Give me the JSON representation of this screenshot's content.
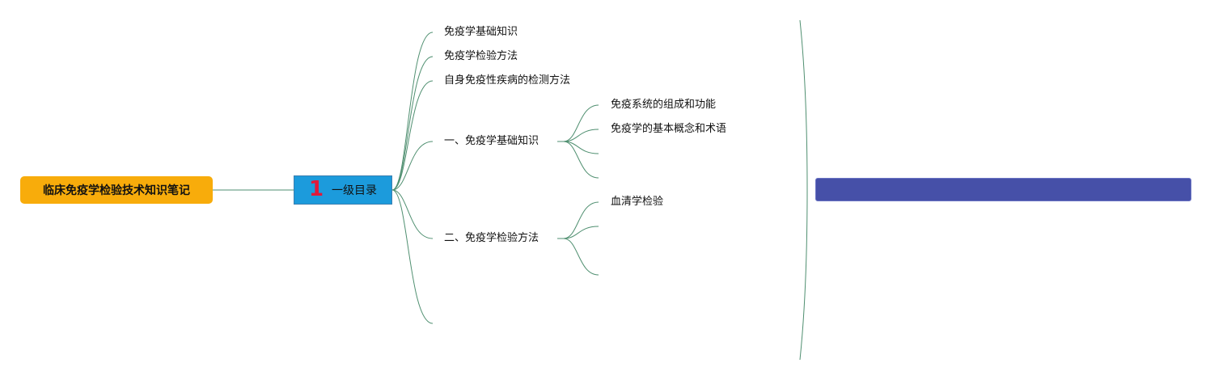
{
  "root": {
    "label": "临床免疫学检验技术知识笔记"
  },
  "main": {
    "badge": "1",
    "label": "一级目录"
  },
  "branches": [
    {
      "label": "免疫学基础知识"
    },
    {
      "label": "免疫学检验方法"
    },
    {
      "label": "自身免疫性疾病的检测方法"
    },
    {
      "label": "一、免疫学基础知识"
    },
    {
      "label": "二、免疫学检验方法"
    },
    {
      "label": ""
    }
  ],
  "sub_a": [
    {
      "label": "免疫系统的组成和功能"
    },
    {
      "label": "免疫学的基本概念和术语"
    },
    {
      "label": ""
    },
    {
      "label": ""
    }
  ],
  "sub_b": [
    {
      "label": "血清学检验"
    },
    {
      "label": ""
    },
    {
      "label": ""
    }
  ],
  "note": {
    "text": ""
  },
  "colors": {
    "root_fill": "#f8ac0b",
    "main_fill": "#1c9bdc",
    "badge": "#e0193a",
    "connector": "#4f8f70",
    "note_fill": "#4650a8"
  }
}
